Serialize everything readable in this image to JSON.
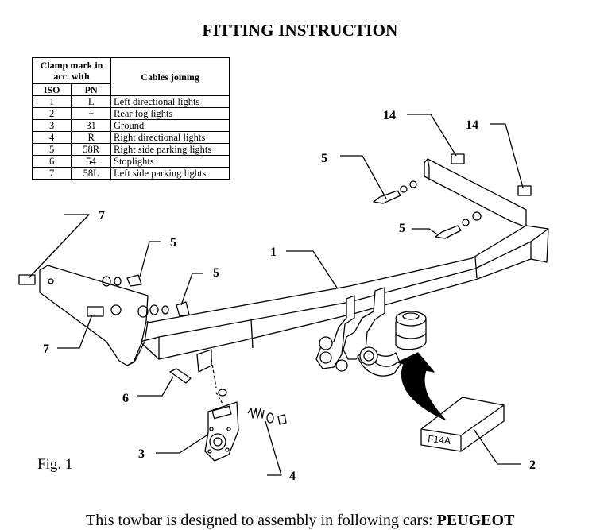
{
  "title": "FITTING INSTRUCTION",
  "legend": {
    "header_clamp": "Clamp mark in acc. with",
    "header_cables": "Cables joining",
    "col_iso": "ISO",
    "col_pn": "PN",
    "rows": [
      {
        "iso": "1",
        "pn": "L",
        "desc": "Left directional lights"
      },
      {
        "iso": "2",
        "pn": "+",
        "desc": "Rear fog lights"
      },
      {
        "iso": "3",
        "pn": "31",
        "desc": "Ground"
      },
      {
        "iso": "4",
        "pn": "R",
        "desc": "Right directional lights"
      },
      {
        "iso": "5",
        "pn": "58R",
        "desc": "Right side parking lights"
      },
      {
        "iso": "6",
        "pn": "54",
        "desc": "Stoplights"
      },
      {
        "iso": "7",
        "pn": "58L",
        "desc": "Left side parking lights"
      }
    ]
  },
  "callouts": {
    "c14a": "14",
    "c14b": "14",
    "c5a": "5",
    "c5b": "5",
    "c5c": "5",
    "c5d": "5",
    "c7a": "7",
    "c7b": "7",
    "c1": "1",
    "c6": "6",
    "c3": "3",
    "c4": "4",
    "c2": "2"
  },
  "box_label": "F14A",
  "figure_label": "Fig. 1",
  "bottom_text": {
    "prefix": "This towbar is designed to assembly in following cars: ",
    "brand": "PEUGEOT"
  }
}
